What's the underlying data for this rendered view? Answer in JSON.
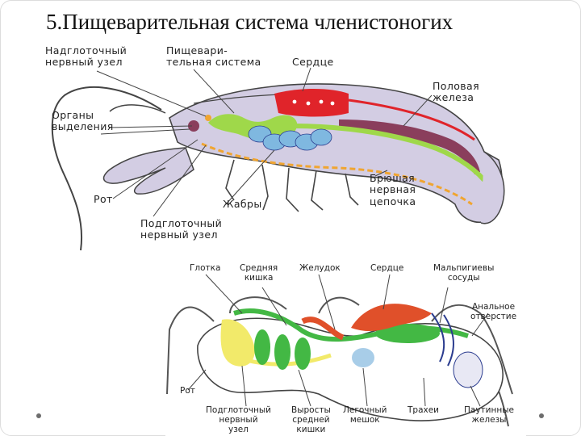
{
  "slide": {
    "title": "5.Пищеварительная система членистоногих"
  },
  "crayfish": {
    "labels": {
      "supra": "Надглоточный\nнервный узел",
      "digestive": "Пищевари-\nтельная система",
      "heart": "Сердце",
      "gonad": "Половая\nжелеза",
      "excretory": "Органы\nвыделения",
      "mouth": "Рот",
      "gills": "Жабры",
      "ventral": "Брюшая\nнервная\nцепочка",
      "sub": "Подглоточный\nнервный узел"
    }
  },
  "spider": {
    "labels": {
      "pharynx": "Глотка",
      "midgut": "Средняя\nкишка",
      "stomach": "Желудок",
      "heart": "Сердце",
      "malpighian": "Мальпигиевы\nсосуды",
      "anal": "Анальное\nотверстие",
      "mouth": "Рот",
      "sub": "Подглоточный\nнервный\nузел",
      "outgrowths": "Выросты\nсредней\nкишки",
      "lung": "Легочный\nмешок",
      "trachea": "Трахеи",
      "silk": "Паутинные\nжелезы"
    }
  },
  "colors": {
    "body": "#d3cde3",
    "digestive": "#9fd84a",
    "heart": "#e0242a",
    "gonad": "#8a3e5c",
    "nerve": "#f0a531",
    "gill": "#7fb8e0",
    "yellow": "#f2ea6a",
    "blue": "#2b3c8f"
  }
}
